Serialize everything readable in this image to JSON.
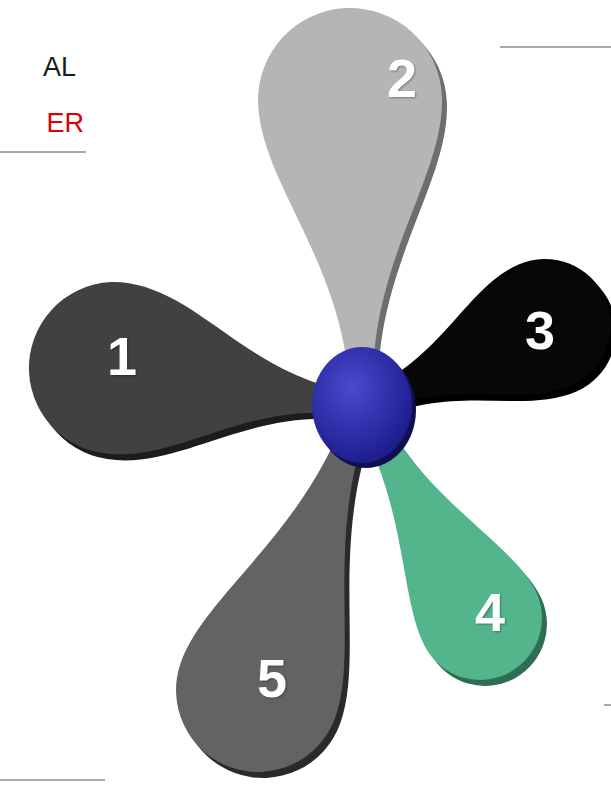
{
  "diagram": {
    "nodes": [
      {
        "text": [
          "1"
        ]
      },
      {
        "text": [
          "2"
        ]
      },
      {
        "text": [
          "3"
        ]
      },
      {
        "text": [
          "4"
        ]
      },
      {
        "text": [
          "5"
        ]
      }
    ],
    "labels": [
      "AL",
      "ER"
    ]
  }
}
